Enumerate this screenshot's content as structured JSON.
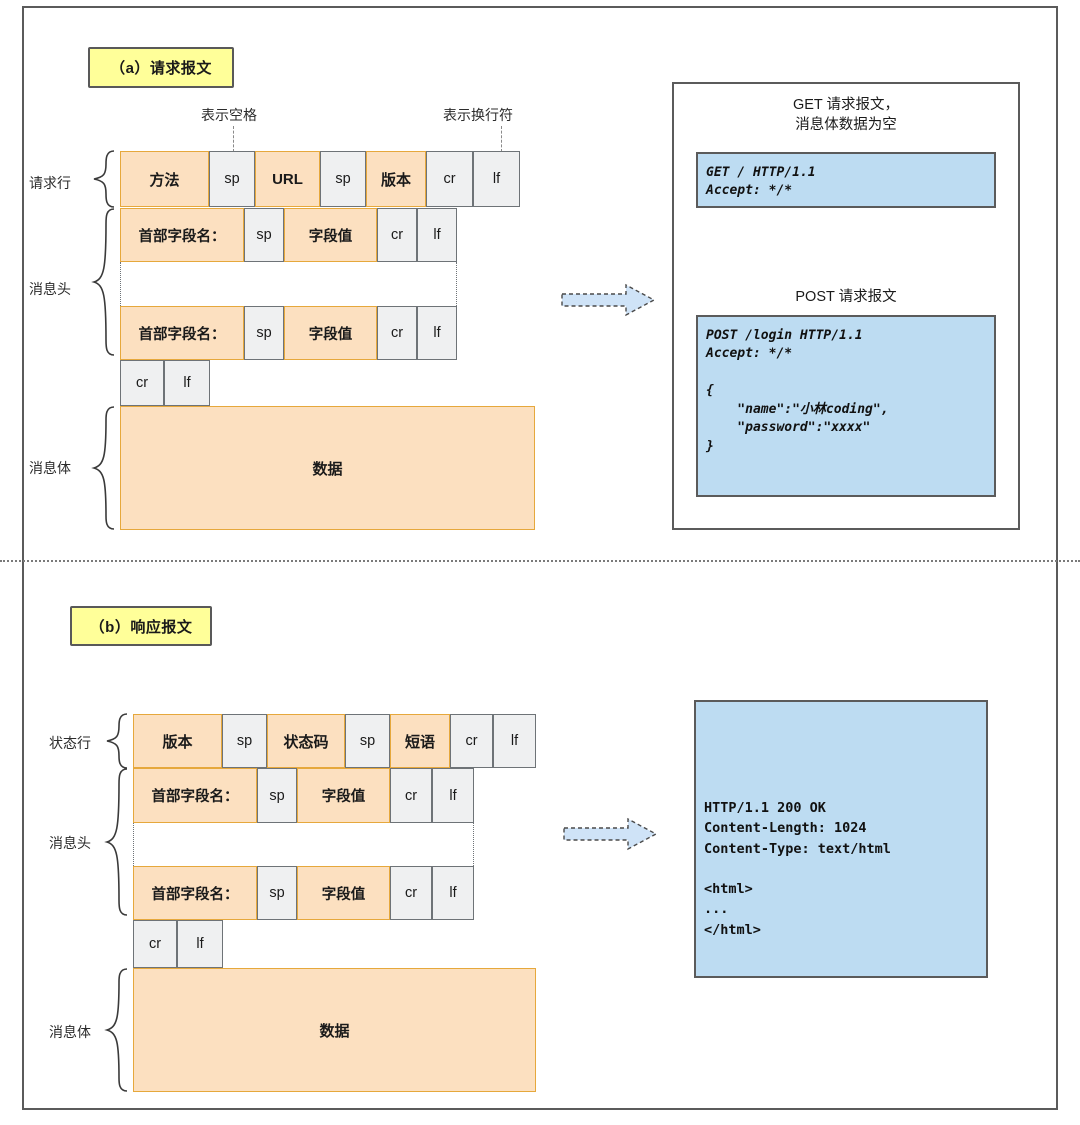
{
  "figure": {
    "sections": [
      {
        "caption": "（a）请求报文",
        "callouts": {
          "space": "表示空格",
          "newline": "表示换行符"
        },
        "row_labels": {
          "start_line": "请求行",
          "headers": "消息头",
          "body": "消息体"
        },
        "start_line_cells": [
          "方法",
          "sp",
          "URL",
          "sp",
          "版本",
          "cr",
          "lf"
        ],
        "header_cells": [
          "首部字段名：",
          "sp",
          "字段值",
          "cr",
          "lf"
        ],
        "blank_line_cells": [
          "cr",
          "lf"
        ],
        "body_cell": "数据",
        "examples": [
          {
            "title": "GET 请求报文，\n消息体数据为空",
            "code": "GET / HTTP/1.1\nAccept: */*"
          },
          {
            "title": "POST 请求报文",
            "code": "POST /login HTTP/1.1\nAccept: */*\n\n{\n    \"name\":\"小林coding\",\n    \"password\":\"xxxx\"\n}"
          }
        ]
      },
      {
        "caption": "（b）响应报文",
        "row_labels": {
          "start_line": "状态行",
          "headers": "消息头",
          "body": "消息体"
        },
        "start_line_cells": [
          "版本",
          "sp",
          "状态码",
          "sp",
          "短语",
          "cr",
          "lf"
        ],
        "header_cells": [
          "首部字段名：",
          "sp",
          "字段值",
          "cr",
          "lf"
        ],
        "blank_line_cells": [
          "cr",
          "lf"
        ],
        "body_cell": "数据",
        "examples": [
          {
            "title": "",
            "code": "HTTP/1.1 200 OK\nContent-Length: 1024\nContent-Type: text/html\n\n<html>\n...\n</html>"
          }
        ]
      }
    ],
    "colors": {
      "field_fill": "#fce0c0",
      "field_border": "#e6a83c",
      "control_fill": "#eff0f1",
      "control_border": "#6e7377",
      "caption_fill": "#ffff99",
      "code_fill": "#bddcf2",
      "frame": "#5b5b5b",
      "arrow": "#bddcf2"
    }
  }
}
